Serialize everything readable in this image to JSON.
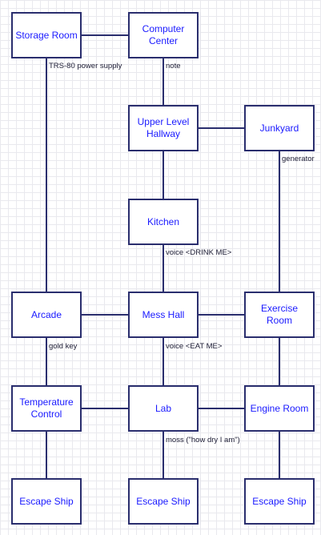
{
  "colors": {
    "node_text": "#1a1aff",
    "border": "#2a2e6e",
    "grid": "#e9e9ee"
  },
  "rooms": {
    "storage_room": "Storage Room",
    "computer_center": "Computer\nCenter",
    "upper_level_hallway": "Upper Level\nHallway",
    "junkyard": "Junkyard",
    "kitchen": "Kitchen",
    "arcade": "Arcade",
    "mess_hall": "Mess Hall",
    "exercise_room": "Exercise\nRoom",
    "temperature_control": "Temperature\nControl",
    "lab": "Lab",
    "engine_room": "Engine Room",
    "escape_ship_1": "Escape Ship",
    "escape_ship_2": "Escape Ship",
    "escape_ship_3": "Escape Ship"
  },
  "edge_labels": {
    "trs80": "TRS-80 power supply",
    "note": "note",
    "generator": "generator",
    "drink_me": "voice <DRINK ME>",
    "gold_key": "gold key",
    "eat_me": "voice <EAT ME>",
    "moss": "moss (\"how dry I am\")"
  }
}
